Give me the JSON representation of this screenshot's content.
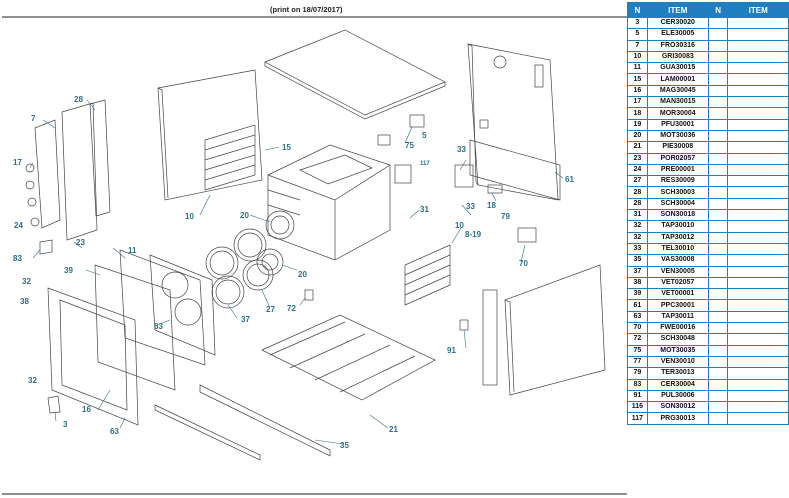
{
  "header": {
    "print_note": "(print on 18/07/2017)"
  },
  "table": {
    "headers": [
      "N",
      "ITEM",
      "N",
      "ITEM"
    ],
    "rows": [
      [
        "3",
        "CER30020"
      ],
      [
        "5",
        "ELE30005"
      ],
      [
        "7",
        "FRO30316"
      ],
      [
        "10",
        "GRI30083"
      ],
      [
        "11",
        "GUA30015"
      ],
      [
        "15",
        "LAM00001"
      ],
      [
        "16",
        "MAG30045"
      ],
      [
        "17",
        "MAN30015"
      ],
      [
        "18",
        "MOR30004"
      ],
      [
        "19",
        "PFU30001"
      ],
      [
        "20",
        "MOT30036"
      ],
      [
        "21",
        "PIE30008"
      ],
      [
        "23",
        "POR02057"
      ],
      [
        "24",
        "PRE00001"
      ],
      [
        "27",
        "RES30009"
      ],
      [
        "28",
        "SCH30003"
      ],
      [
        "28",
        "SCH30004"
      ],
      [
        "31",
        "SON30018"
      ],
      [
        "32",
        "TAP30010"
      ],
      [
        "32",
        "TAP30012"
      ],
      [
        "33",
        "TEL30010"
      ],
      [
        "35",
        "VAS30008"
      ],
      [
        "37",
        "VEN30005"
      ],
      [
        "38",
        "VET02057"
      ],
      [
        "39",
        "VET00001"
      ],
      [
        "61",
        "PPC30001"
      ],
      [
        "63",
        "TAP30011"
      ],
      [
        "70",
        "FWE00016"
      ],
      [
        "72",
        "SCH30048"
      ],
      [
        "75",
        "MOT30035"
      ],
      [
        "77",
        "VEN30010"
      ],
      [
        "79",
        "TER30013"
      ],
      [
        "83",
        "CER30004"
      ],
      [
        "91",
        "PUL30006"
      ],
      [
        "116",
        "SON30012"
      ],
      [
        "117",
        "PRG30013"
      ]
    ]
  },
  "callouts": {
    "c3": "3",
    "c5": "5",
    "c7": "7",
    "c8_19": "8-19",
    "c10a": "10",
    "c10b": "10",
    "c11": "11",
    "c15": "15",
    "c16": "16",
    "c17": "17",
    "c18": "18",
    "c20a": "20",
    "c20b": "20",
    "c21": "21",
    "c23": "23",
    "c24": "24",
    "c27": "27",
    "c28": "28",
    "c31": "31",
    "c32a": "32",
    "c32b": "32",
    "c33a": "33",
    "c33b": "33",
    "c35": "35",
    "c37": "37",
    "c38": "38",
    "c39": "39",
    "c61": "61",
    "c63a": "63",
    "c63b": "63",
    "c70": "70",
    "c72": "72",
    "c75": "75",
    "c79": "79",
    "c83": "83",
    "c91": "91",
    "c117": "117"
  }
}
